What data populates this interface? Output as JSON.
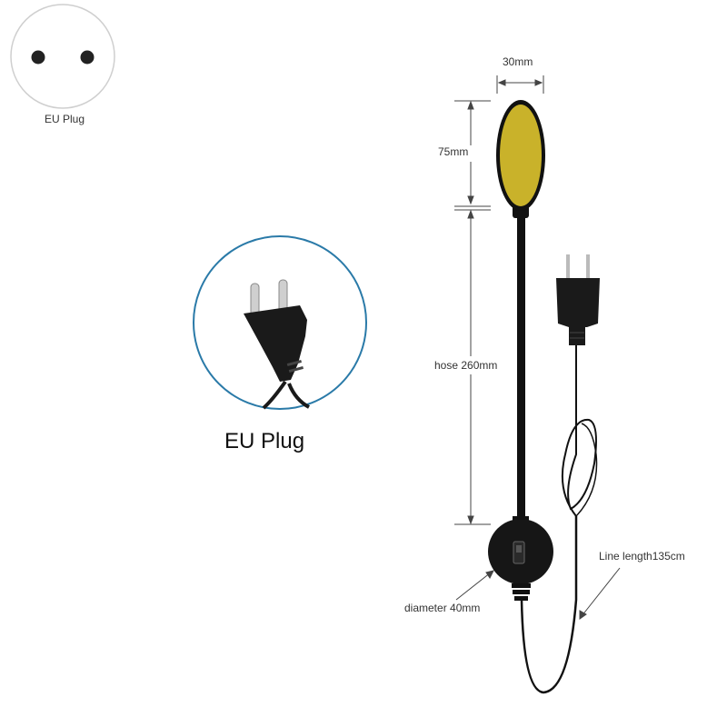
{
  "top_left_icon": {
    "caption": "EU Plug"
  },
  "plug_photo": {
    "caption": "EU Plug"
  },
  "dimensions": {
    "head_width": "30mm",
    "head_height": "75mm",
    "hose": "hose  260mm",
    "base_diameter": "diameter  40mm",
    "line_length": "Line length135cm"
  },
  "colors": {
    "lamp_head": "#c9b22a",
    "body": "#111111",
    "circle_border": "#2a7aa8",
    "dim_line": "#444444"
  }
}
